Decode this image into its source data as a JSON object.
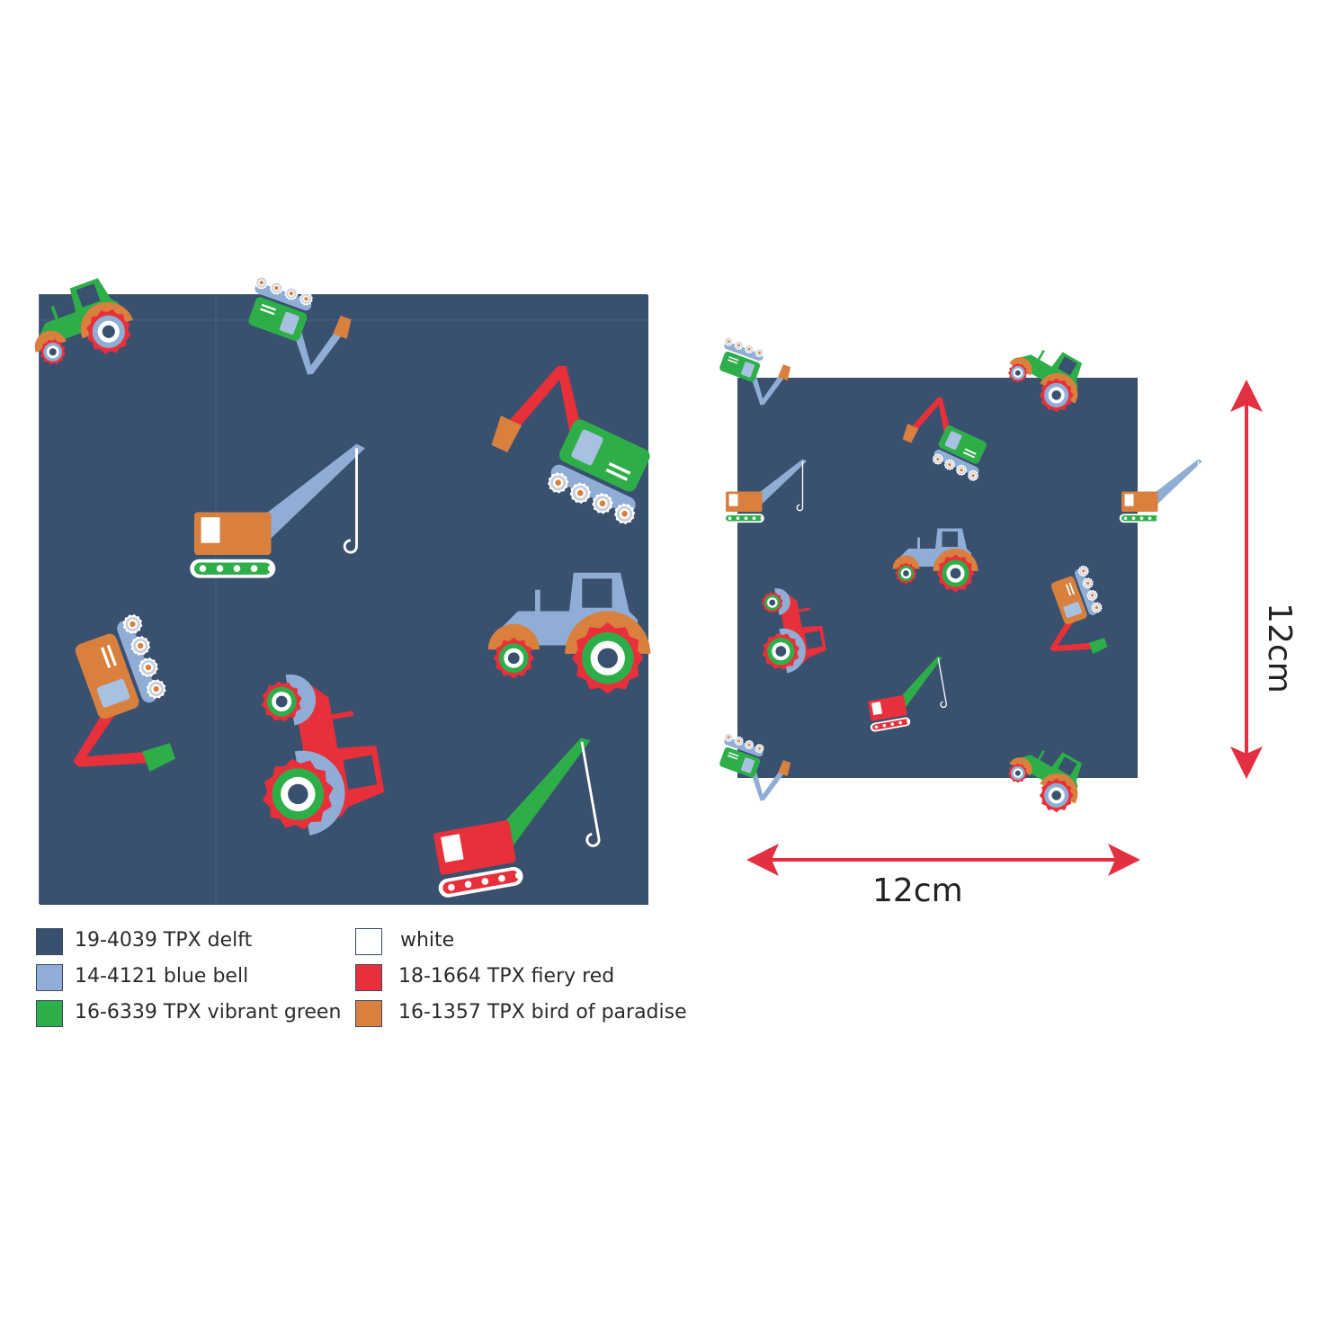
{
  "colors": {
    "delft": "#39506f",
    "blue_bell": "#8fadd5",
    "vibrant_green": "#2eae48",
    "white": "#ffffff",
    "fiery_red": "#e8303a",
    "bird_of_paradise": "#d9803f",
    "dimension_arrow": "#e23040"
  },
  "legend": [
    {
      "label": "19-4039 TPX delft",
      "color": "#39506f"
    },
    {
      "label": "14-4121 blue bell",
      "color": "#8fadd5"
    },
    {
      "label": "16-6339 TPX vibrant green",
      "color": "#2eae48"
    },
    {
      "label": "white",
      "color": "#ffffff"
    },
    {
      "label": "18-1664 TPX fiery red",
      "color": "#e8303a"
    },
    {
      "label": "16-1357 TPX bird of paradise",
      "color": "#d9803f"
    }
  ],
  "dimensions": {
    "width_label": "12cm",
    "height_label": "12cm"
  },
  "motifs": [
    "tractor-icon",
    "excavator-icon",
    "crane-icon"
  ]
}
